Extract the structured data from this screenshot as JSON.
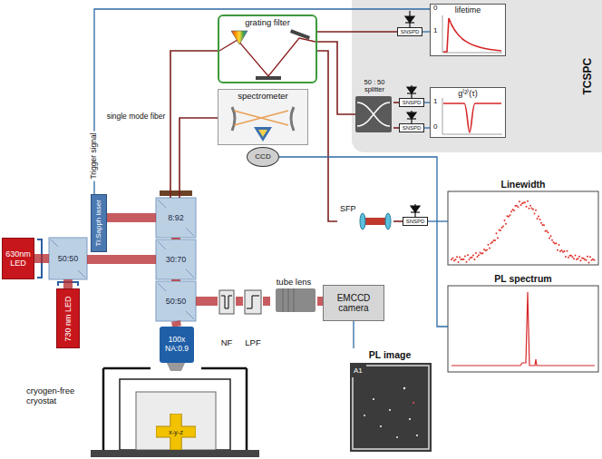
{
  "diagram": {
    "nodes": [
      {
        "text": [
          "TCSPC"
        ]
      },
      {
        "text": [
          "lifetime"
        ],
        "in": 0
      },
      {
        "text": [
          "g⁽²⁾(τ)"
        ],
        "in": 0
      },
      {
        "text": [
          "50 : 50 splitter"
        ],
        "in": 0
      },
      {
        "text": [
          "SNSPD"
        ],
        "in": 0
      },
      {
        "text": [
          "SNSPD"
        ],
        "in": 0
      },
      {
        "text": [
          "SNSPD"
        ],
        "in": 0
      },
      {
        "text": [
          "grating filter"
        ]
      },
      {
        "text": [
          "spectrometer"
        ]
      },
      {
        "text": [
          "CCD"
        ]
      },
      {
        "text": [
          "SFP"
        ]
      },
      {
        "text": [
          "SNSPD"
        ]
      },
      {
        "text": [
          "Linewidth"
        ]
      },
      {
        "text": [
          "PL spectrum"
        ]
      },
      {
        "text": [
          "EMCCD camera"
        ]
      },
      {
        "text": [
          "PL image",
          "A1"
        ]
      },
      {
        "text": [
          "Ti:Sapph laser"
        ]
      },
      {
        "text": [
          "630nm LED"
        ]
      },
      {
        "text": [
          "730 nm LED"
        ]
      },
      {
        "text": [
          "8:92"
        ]
      },
      {
        "text": [
          "50:50"
        ]
      },
      {
        "text": [
          "30:70"
        ]
      },
      {
        "text": [
          "50:50"
        ]
      },
      {
        "text": [
          "100x NA:0.9"
        ]
      },
      {
        "text": [
          "cryogen-free cryostat"
        ]
      },
      {
        "text": [
          "x-y-z"
        ],
        "in": 24
      },
      {
        "text": [
          "NF"
        ]
      },
      {
        "text": [
          "LPF"
        ]
      },
      {
        "text": [
          "tube lens"
        ]
      }
    ],
    "edges": [
      {
        "from": 16,
        "to": 1,
        "label": "Trigger signal",
        "arrow": "none"
      },
      {
        "from": 19,
        "to": 7,
        "label": "single mode fiber",
        "arrow": "none"
      },
      {
        "from": 19,
        "to": 8,
        "arrow": "none"
      },
      {
        "from": 7,
        "to": 4,
        "arrow": "none"
      },
      {
        "from": 7,
        "to": 3,
        "arrow": "none"
      },
      {
        "from": 7,
        "to": 10,
        "arrow": "none"
      },
      {
        "from": 3,
        "to": 5,
        "arrow": "none"
      },
      {
        "from": 3,
        "to": 6,
        "arrow": "none"
      },
      {
        "from": 4,
        "to": 1,
        "arrow": "none"
      },
      {
        "from": 5,
        "to": 2,
        "arrow": "none"
      },
      {
        "from": 6,
        "to": 2,
        "arrow": "none"
      },
      {
        "from": 10,
        "to": 11,
        "arrow": "none"
      },
      {
        "from": 11,
        "to": 12,
        "arrow": "none"
      },
      {
        "from": 9,
        "to": 13,
        "arrow": "none"
      },
      {
        "from": 16,
        "to": 19,
        "arrow": "none"
      },
      {
        "from": 17,
        "to": 20,
        "arrow": "none"
      },
      {
        "from": 18,
        "to": 20,
        "arrow": "none"
      },
      {
        "from": 20,
        "to": 21,
        "arrow": "none"
      },
      {
        "from": 19,
        "to": 21,
        "arrow": "none"
      },
      {
        "from": 21,
        "to": 22,
        "arrow": "none"
      },
      {
        "from": 22,
        "to": 23,
        "arrow": "none"
      },
      {
        "from": 22,
        "to": 26,
        "arrow": "none"
      },
      {
        "from": 26,
        "to": 27,
        "arrow": "none"
      },
      {
        "from": 27,
        "to": 28,
        "arrow": "none"
      },
      {
        "from": 28,
        "to": 14,
        "arrow": "none"
      },
      {
        "from": 14,
        "to": 15,
        "arrow": "none"
      }
    ],
    "labels": [
      "0",
      "1",
      "1",
      "0"
    ]
  }
}
